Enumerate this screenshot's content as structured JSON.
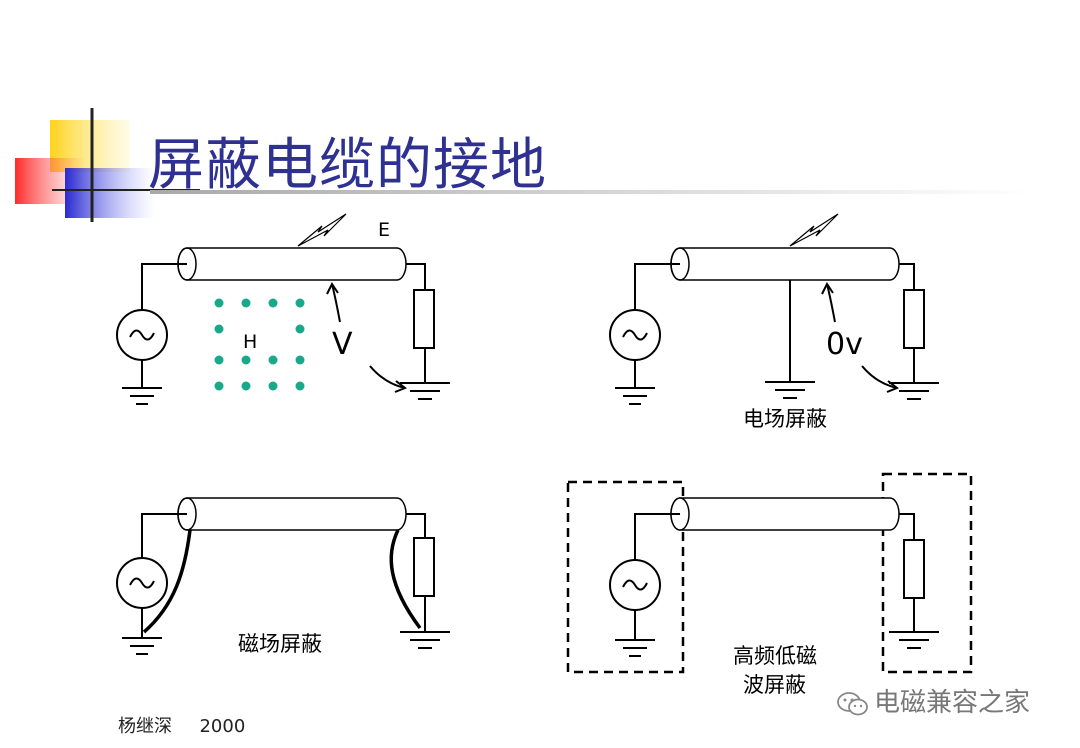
{
  "title": "屏蔽电缆的接地",
  "footer": {
    "author": "杨继深",
    "year": "2000"
  },
  "watermark": "电磁兼容之家",
  "diagrams": {
    "top_left": {
      "field_e": "E",
      "field_h": "H",
      "voltage": "V"
    },
    "top_right": {
      "voltage": "0v",
      "caption": "电场屏蔽"
    },
    "bottom_left": {
      "caption": "磁场屏蔽"
    },
    "bottom_right": {
      "caption_line1": "高频低磁",
      "caption_line2": "波屏蔽"
    }
  },
  "colors": {
    "title": "#2e3191",
    "h_field_dots": "#1aa88a",
    "line": "#000000"
  },
  "icons": [
    "ac-source-icon",
    "ground-icon",
    "resistor-icon",
    "lightning-icon"
  ]
}
